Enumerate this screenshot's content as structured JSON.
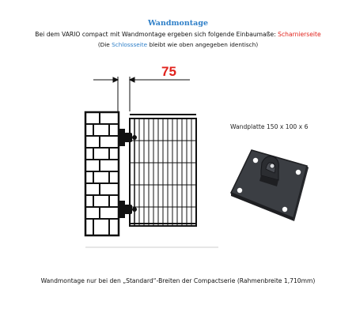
{
  "title": "Wandmontage",
  "line1": {
    "prefix": "Bei dem VARIO compact mit Wandmontage ergeben sich folgende Einbaumaße: ",
    "highlight": "Scharnierseite",
    "highlight_color": "#e1231d"
  },
  "line2": {
    "prefix": "(Die ",
    "highlight": "Schlossseite",
    "suffix": " bleibt wie oben angegeben identisch)",
    "highlight_color": "#2e7fc8"
  },
  "dimension": "75",
  "plate_label": "Wandplatte 150 x 100 x 6",
  "footer": "Wandmontage nur bei den „Standard“-Breiten der Compactserie (Rahmenbreite 1,710mm)"
}
